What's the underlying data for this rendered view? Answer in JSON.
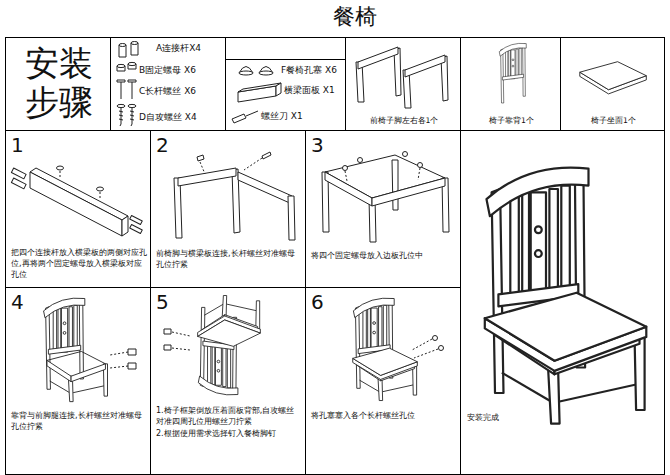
{
  "diagram": {
    "title": "餐椅",
    "nodes": [
      {
        "text": [
          "安装 步骤"
        ]
      },
      {
        "text": [
          "A连接杆X4",
          "B固定螺母 X6",
          "C长杆螺丝 X6",
          "D自攻螺丝 X4",
          "F餐椅孔塞 X6",
          "横梁面板 X1",
          "螺丝刀 X1"
        ]
      },
      {
        "text": [
          "前椅子脚左右各1个"
        ]
      },
      {
        "text": [
          "椅子靠背1个"
        ]
      },
      {
        "text": [
          "椅子坐面1个"
        ]
      },
      {
        "text": [
          "1",
          "把四个连接杆放入横梁板的两侧对应孔位,再将两个固定螺母放入横梁板对应孔位"
        ]
      },
      {
        "text": [
          "2",
          "前椅脚与横梁板连接,长杆螺丝对准螺母孔位拧紧"
        ]
      },
      {
        "text": [
          "3",
          "将四个固定螺母放入边板孔位中"
        ]
      },
      {
        "text": [
          "4",
          "靠背与前脚腿连接,长杆螺丝对准螺母孔位拧紧"
        ]
      },
      {
        "text": [
          "5",
          "1.椅子框架倒放压着面板背部,自攻螺丝对准四周孔位用螺丝刀拧紧",
          "2.根据使用需求选择钉入餐椅脚钉"
        ]
      },
      {
        "text": [
          "6",
          "将孔塞塞入各个长杆螺丝孔位"
        ]
      },
      {
        "text": [
          "安装完成"
        ]
      }
    ]
  }
}
